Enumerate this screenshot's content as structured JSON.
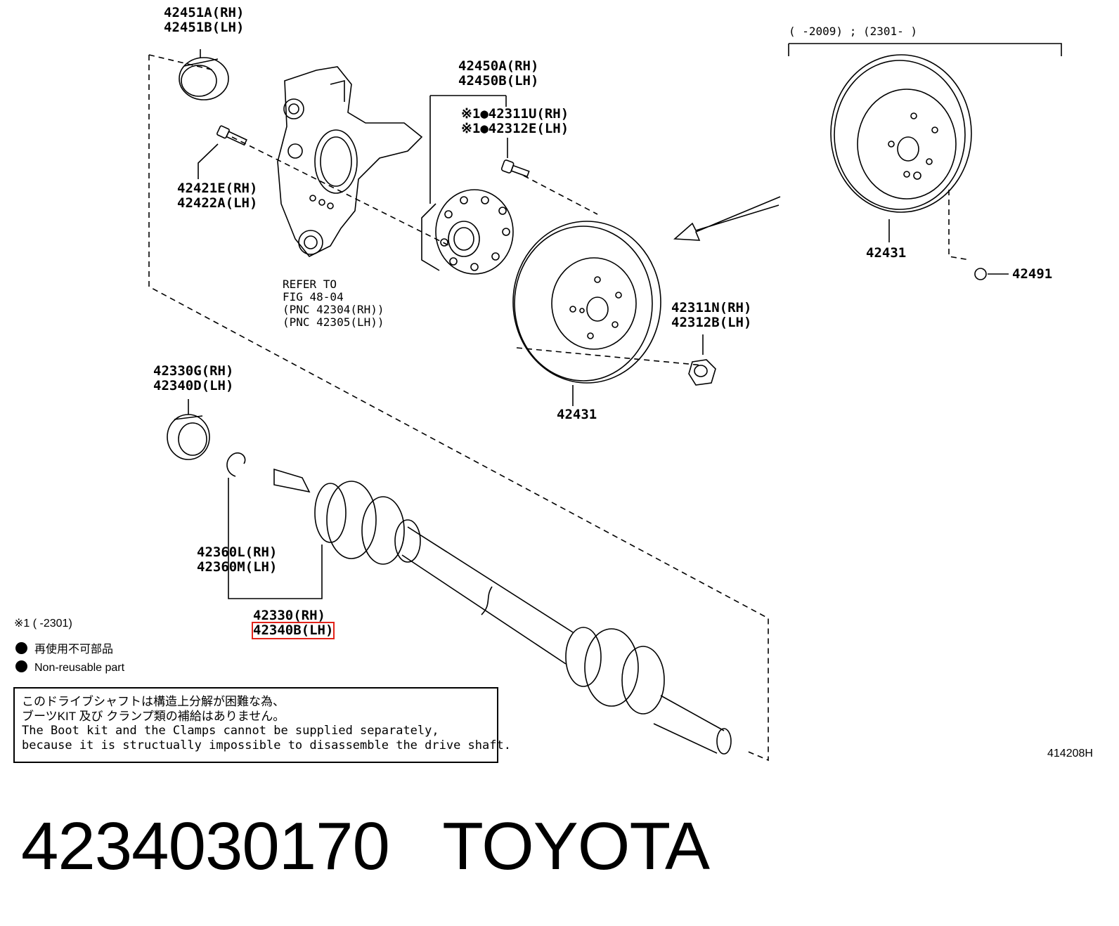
{
  "callouts": {
    "oil_seal": [
      "42451A(RH)",
      "42451B(LH)"
    ],
    "bolt": [
      "42421E(RH)",
      "42422A(LH)"
    ],
    "hub": [
      "42450A(RH)",
      "42450B(LH)"
    ],
    "hub_bolt": [
      "※1●42311U(RH)",
      "※1●42312E(LH)"
    ],
    "knuckle_ref": [
      "REFER TO",
      "FIG 48-04",
      "(PNC 42304(RH))",
      "(PNC 42305(LH))"
    ],
    "nut": [
      "42311N(RH)",
      "42312B(LH)"
    ],
    "disc_main": "42431",
    "disc_alt": "42431",
    "disc_alt_range": "(      -2009) ; (2301-       )",
    "disc_screw": "42491",
    "inner_seal": [
      "42330G(RH)",
      "42340D(LH)"
    ],
    "snap_ring": [
      "42360L(RH)",
      "42360M(LH)"
    ],
    "shaft": [
      "42330(RH)",
      "42340B(LH)"
    ]
  },
  "legend": {
    "note1": "※1 (      -2301)",
    "nonreusable_ja": "再使用不可部品",
    "nonreusable_en": "Non-reusable part"
  },
  "notice": {
    "ja_line1": "このドライブシャフトは構造上分解が困難な為、",
    "ja_line2": "ブーツKIT 及び クランプ類の補給はありません。",
    "en_line1": "The Boot kit and the Clamps cannot be supplied separately,",
    "en_line2": "because it is structually impossible to disassemble the drive shaft."
  },
  "figure_id": "414208H",
  "part_title": "4234030170   TOYOTA",
  "colors": {
    "ink": "#000000",
    "highlight": "#e2231a",
    "background": "#ffffff"
  }
}
